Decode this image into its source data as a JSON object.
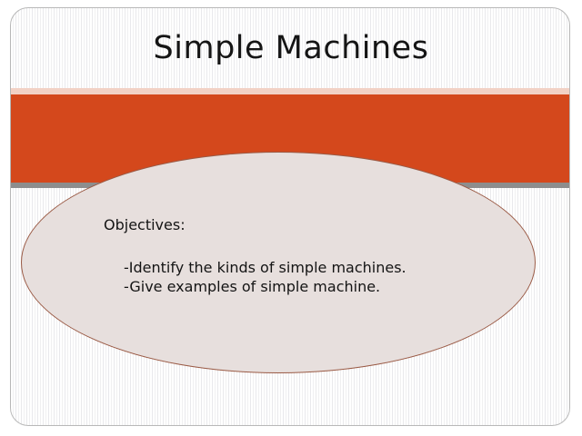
{
  "slide": {
    "title": "Simple Machines",
    "body": {
      "heading": "Objectives:",
      "bullets": [
        "-Identify the kinds of simple machines.",
        "-Give examples of simple machine."
      ]
    }
  },
  "theme": {
    "accent_orange": "#d4481c",
    "accent_pink": "#f2d1c5",
    "accent_gray": "#8d8d8d",
    "ellipse_fill": "#e7dfdd",
    "ellipse_outline": "#9a5a45",
    "frame_border": "#b8b8b8",
    "text_color": "#141414",
    "background": "#ffffff"
  }
}
